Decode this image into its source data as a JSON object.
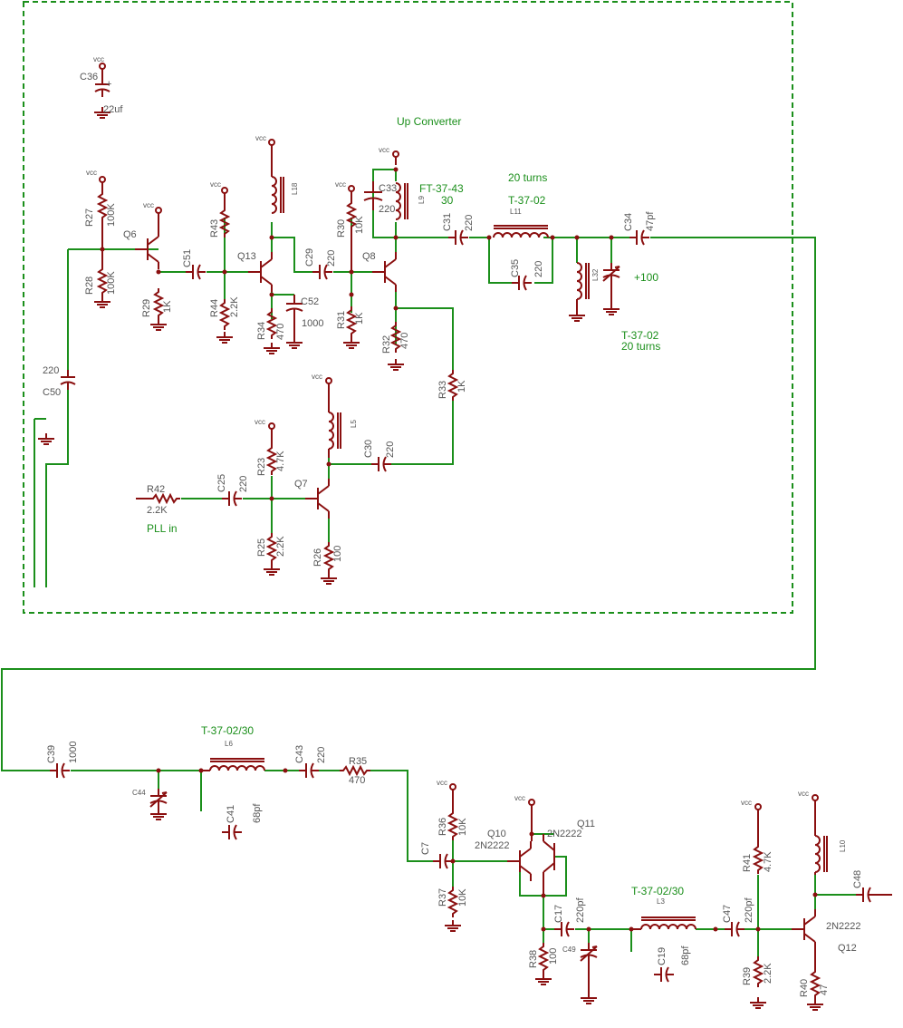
{
  "block_title": "Up Converter",
  "power_label": "vcc",
  "notes": {
    "l9_core": "FT-37-43",
    "l9_turns": "30",
    "l11_turns": "20 turns",
    "l11_core": "T-37-02",
    "l32_core": "T-37-02",
    "l32_turns": "20 turns",
    "c32_value": "+100",
    "pll_in": "PLL in",
    "l6_core": "T-37-02/30",
    "l3_core": "T-37-02/30"
  },
  "parts": [
    {
      "ref": "C36",
      "value": "22uf"
    },
    {
      "ref": "R27",
      "value": "100K"
    },
    {
      "ref": "R28",
      "value": "100K"
    },
    {
      "ref": "Q6",
      "value": ""
    },
    {
      "ref": "R29",
      "value": "1K"
    },
    {
      "ref": "C51",
      "value": ""
    },
    {
      "ref": "R43",
      "value": ""
    },
    {
      "ref": "R44",
      "value": "2.2K"
    },
    {
      "ref": "Q13",
      "value": ""
    },
    {
      "ref": "L18",
      "value": ""
    },
    {
      "ref": "R34",
      "value": "470"
    },
    {
      "ref": "C52",
      "value": "1000"
    },
    {
      "ref": "C29",
      "value": "220"
    },
    {
      "ref": "R30",
      "value": "10K"
    },
    {
      "ref": "R31",
      "value": "1K"
    },
    {
      "ref": "Q8",
      "value": ""
    },
    {
      "ref": "C33",
      "value": "220"
    },
    {
      "ref": "L9",
      "value": ""
    },
    {
      "ref": "R32",
      "value": "470"
    },
    {
      "ref": "C31",
      "value": "220"
    },
    {
      "ref": "L11",
      "value": ""
    },
    {
      "ref": "C35",
      "value": "220"
    },
    {
      "ref": "C34",
      "value": "47pf"
    },
    {
      "ref": "L32",
      "value": ""
    },
    {
      "ref": "R33",
      "value": "1K"
    },
    {
      "ref": "C50",
      "value": "220"
    },
    {
      "ref": "L5",
      "value": ""
    },
    {
      "ref": "C30",
      "value": "220"
    },
    {
      "ref": "R23",
      "value": "4.7K"
    },
    {
      "ref": "Q7",
      "value": ""
    },
    {
      "ref": "R42",
      "value": "2.2K"
    },
    {
      "ref": "C25",
      "value": "220"
    },
    {
      "ref": "R25",
      "value": "2.2K"
    },
    {
      "ref": "R26",
      "value": "100"
    },
    {
      "ref": "C39",
      "value": "1000"
    },
    {
      "ref": "C44",
      "value": ""
    },
    {
      "ref": "L6",
      "value": ""
    },
    {
      "ref": "C41",
      "value": "68pf"
    },
    {
      "ref": "C43",
      "value": "220"
    },
    {
      "ref": "R35",
      "value": "470"
    },
    {
      "ref": "C7",
      "value": ""
    },
    {
      "ref": "R36",
      "value": "10K"
    },
    {
      "ref": "R37",
      "value": "10K"
    },
    {
      "ref": "Q10",
      "value": "2N2222"
    },
    {
      "ref": "Q11",
      "value": "2N2222"
    },
    {
      "ref": "R38",
      "value": "100"
    },
    {
      "ref": "C17",
      "value": "220pf"
    },
    {
      "ref": "C49",
      "value": ""
    },
    {
      "ref": "L3",
      "value": ""
    },
    {
      "ref": "C19",
      "value": "68pf"
    },
    {
      "ref": "C47",
      "value": "220pf"
    },
    {
      "ref": "R41",
      "value": "4.7K"
    },
    {
      "ref": "R39",
      "value": "2.2K"
    },
    {
      "ref": "Q12",
      "value": "2N2222"
    },
    {
      "ref": "R40",
      "value": "47"
    },
    {
      "ref": "L10",
      "value": ""
    },
    {
      "ref": "C48",
      "value": ""
    }
  ]
}
